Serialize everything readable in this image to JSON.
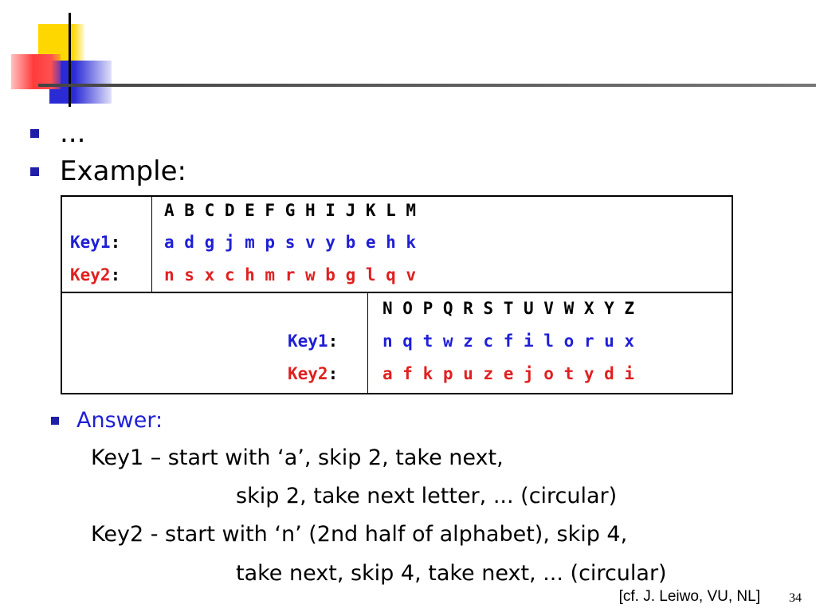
{
  "bullets": {
    "b1": "...",
    "b2": "Example:"
  },
  "table": {
    "top_header": "A B C D E F G H I J K L M",
    "top_key1": "a d g j m p s v y b e h k",
    "top_key2": "n s x c h m r w b g l q v",
    "bottom_header": "N O P Q R S T U V W X Y Z",
    "bottom_key1": "n q t w z c f i l o r u x",
    "bottom_key2": "a f k p u z e j o t y d i",
    "key1_label": "Key1",
    "key2_label": "Key2",
    "colon": ":"
  },
  "answer": {
    "label": "Answer:",
    "line1": "Key1 – start with ‘a’, skip 2, take next,",
    "line2": "skip 2, take next letter, ... (circular)",
    "line3": "Key2 - start with ‘n’ (2nd half of alphabet), skip 4,",
    "line4": "take next, skip 4, take next, ... (circular)"
  },
  "footer": {
    "citation": "[cf. J. Leiwo, VU, NL]",
    "page_number": "34"
  },
  "colors": {
    "bullet": "#1f1fa8",
    "key1": "#1f1fd6",
    "key2": "#e02020"
  }
}
